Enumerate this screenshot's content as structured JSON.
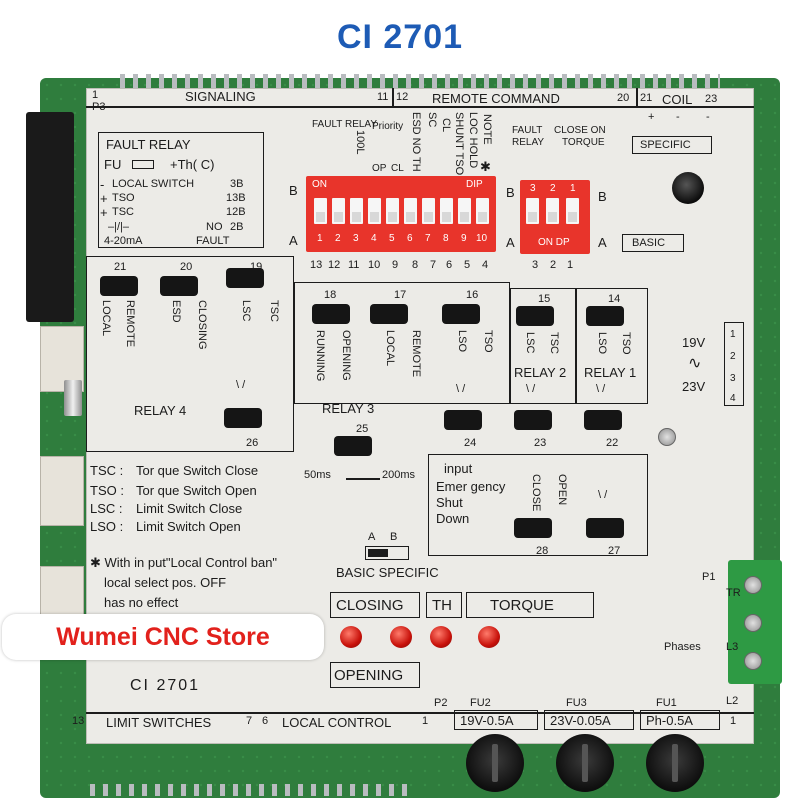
{
  "title": "CI 2701",
  "store_label": "Wumei CNC Store",
  "header": {
    "pin_1": "1",
    "signaling": "SIGNALING",
    "pin_11": "11",
    "pin_12": "12",
    "remote_command": "REMOTE COMMAND",
    "pin_20": "20",
    "pin_21": "21",
    "coil": "COIL",
    "pin_23": "23",
    "p3": "P3",
    "sign_plus_1": "+",
    "sign_minus": "-",
    "sign_minus_2": "-"
  },
  "fault_relay": {
    "title": "FAULT RELAY",
    "fu_line": "FU",
    "th_line": "+Th( C)",
    "rows": [
      {
        "sign": "-",
        "label": "LOCAL SWITCH",
        "code": "3B"
      },
      {
        "sign": "+",
        "label": "TSO",
        "code": "13B"
      },
      {
        "sign": "+",
        "label": "TSC",
        "code": "12B"
      },
      {
        "sign": "",
        "label": "",
        "code": "2B"
      }
    ],
    "range": "4-20mA",
    "no": "NO",
    "fault": "FAULT"
  },
  "dip_main": {
    "top_labels": [
      "FAULT RELAY",
      "100L",
      "Priority",
      "OP",
      "CL",
      "ESD NO TH",
      "SC",
      "CL",
      "SHUNT TSO",
      "LOC HOLD",
      "NOTE",
      "✱"
    ],
    "on_label": "ON",
    "dip_label": "DIP",
    "position_numbers": [
      "1",
      "2",
      "3",
      "4",
      "5",
      "6",
      "7",
      "8",
      "9",
      "10"
    ],
    "bottom_numbers": [
      "13",
      "12",
      "11",
      "10",
      "9",
      "8",
      "7",
      "6",
      "5",
      "4"
    ],
    "side_b": "B",
    "side_a": "A"
  },
  "dip_small": {
    "label_1": "FAULT",
    "label_1b": "RELAY",
    "label_2": "CLOSE ON",
    "label_2b": "TORQUE",
    "top_numbers": [
      "3",
      "2",
      "1"
    ],
    "on_dp": "ON DP",
    "bottom_numbers": [
      "3",
      "2",
      "1"
    ],
    "side_b": "B",
    "side_a": "A"
  },
  "specific_label": "SPECIFIC",
  "basic_label": "BASIC",
  "jumpers": {
    "j21": {
      "num": "21",
      "a": "LOCAL",
      "b": "REMOTE"
    },
    "j20": {
      "num": "20",
      "a": "ESD",
      "b": "CLOSING"
    },
    "j19": {
      "num": "19",
      "a": "LSC",
      "b": "TSC"
    },
    "j18": {
      "num": "18",
      "a": "RUNNING",
      "b": "OPENING"
    },
    "j17": {
      "num": "17",
      "a": "LOCAL",
      "b": "REMOTE"
    },
    "j16": {
      "num": "16",
      "a": "LSO",
      "b": "TSO"
    },
    "j15": {
      "num": "15",
      "a": "LSC",
      "b": "TSC"
    },
    "j14": {
      "num": "14",
      "a": "LSO",
      "b": "TSO"
    },
    "j26": "26",
    "j25": "25",
    "j24": "24",
    "j23": "23",
    "j22": "22",
    "j28": "28",
    "j27": "27"
  },
  "relays": {
    "relay_4": "RELAY 4",
    "relay_3": "RELAY 3",
    "relay_2": "RELAY 2",
    "relay_1": "RELAY 1"
  },
  "timing": {
    "t50": "50ms",
    "t200": "200ms"
  },
  "voltage": {
    "v19": "19V",
    "v23": "23V",
    "pins": [
      "1",
      "2",
      "3",
      "4"
    ]
  },
  "legend": [
    {
      "key": "TSC :",
      "text": "Tor que Switch Close"
    },
    {
      "key": "TSO :",
      "text": "Tor que Switch Open"
    },
    {
      "key": "LSC :",
      "text": "Limit Switch Close"
    },
    {
      "key": "LSO :",
      "text": "Limit Switch Open"
    }
  ],
  "note": {
    "line1": "✱ With in put\"Local Control ban\"",
    "line2": "local select pos. OFF",
    "line3": "has no effect"
  },
  "input_block": {
    "input": "input",
    "emergency": "Emer gency",
    "shut": "Shut",
    "down": "Down",
    "close": "CLOSE",
    "open": "OPEN"
  },
  "switch_ab": {
    "a": "A",
    "b": "B",
    "label": "BASIC SPECIFIC"
  },
  "leds": {
    "closing": "CLOSING",
    "th": "TH",
    "torque": "TORQUE",
    "opening": "OPENING"
  },
  "board_model": "CI 2701",
  "terminal": {
    "p1": "P1",
    "tr": "TR",
    "phases": "Phases",
    "l3": "L3",
    "l2": "L2",
    "pin_1": "1"
  },
  "footer": {
    "pin_13": "13",
    "limit_switches": "LIMIT SWITCHES",
    "pin_7": "7",
    "pin_6": "6",
    "local_control": "LOCAL CONTROL",
    "pin_1": "1",
    "p2": "P2",
    "fuses": [
      {
        "name": "FU2",
        "rating": "19V-0.5A"
      },
      {
        "name": "FU3",
        "rating": "23V-0.05A"
      },
      {
        "name": "FU1",
        "rating": "Ph-0.5A"
      }
    ]
  }
}
